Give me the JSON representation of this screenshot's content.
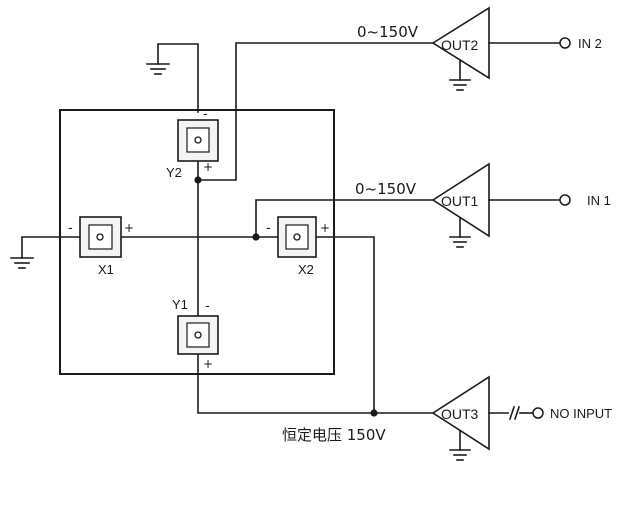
{
  "amplifiers": {
    "out2": {
      "label": "OUT2",
      "voltage": "0~150V",
      "input": "IN 2"
    },
    "out1": {
      "label": "OUT1",
      "voltage": "0~150V",
      "input": "IN 1"
    },
    "out3": {
      "label": "OUT3",
      "voltage": "恒定电压 150V",
      "input": "NO INPUT"
    }
  },
  "piezos": {
    "y2": {
      "label": "Y2",
      "minus": "-",
      "plus": "+"
    },
    "y1": {
      "label": "Y1",
      "minus": "-",
      "plus": "+"
    },
    "x1": {
      "label": "X1",
      "minus": "-",
      "plus": "+"
    },
    "x2": {
      "label": "X2",
      "minus": "-",
      "plus": "+"
    }
  },
  "colors": {
    "ink": "#1a1a1a",
    "background": "#ffffff"
  }
}
